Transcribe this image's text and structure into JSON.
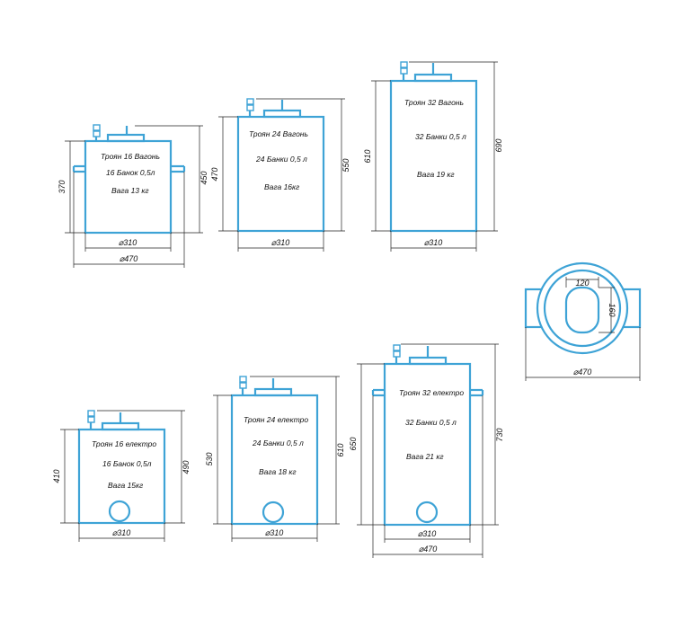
{
  "tanks": {
    "t16v": {
      "name": "Троян 16 Вагонь",
      "cans": "16 Банок 0,5л",
      "weight": "Вага 13 кг",
      "h_body": "370",
      "h_total": "450",
      "d_body": "⌀310",
      "d_total": "⌀470"
    },
    "t24v": {
      "name": "Троян 24 Вагонь",
      "cans": "24 Банки 0,5 л",
      "weight": "Вага 16кг",
      "h_body": "470",
      "h_total": "550",
      "d_body": "⌀310"
    },
    "t32v": {
      "name": "Троян 32 Вагонь",
      "cans": "32 Банки 0,5 л",
      "weight": "Вага 19 кг",
      "h_body": "610",
      "h_total": "690",
      "d_body": "⌀310"
    },
    "t16e": {
      "name": "Троян 16 електро",
      "cans": "16 Банок 0,5л",
      "weight": "Вага 15кг",
      "h_body": "410",
      "h_total": "490",
      "d_body": "⌀310"
    },
    "t24e": {
      "name": "Троян 24 електро",
      "cans": "24 Банки 0,5 л",
      "weight": "Вага 18 кг",
      "h_body": "530",
      "h_total": "610",
      "d_body": "⌀310"
    },
    "t32e": {
      "name": "Троян 32 електро",
      "cans": "32 Банки 0,5 л",
      "weight": "Вага 21 кг",
      "h_body": "650",
      "h_total": "730",
      "d_body": "⌀310",
      "d_total": "⌀470"
    }
  },
  "topview": {
    "d": "⌀470",
    "w": "120",
    "h": "160"
  },
  "colors": {
    "outline": "#3ea3d6",
    "dimension": "#222222"
  }
}
